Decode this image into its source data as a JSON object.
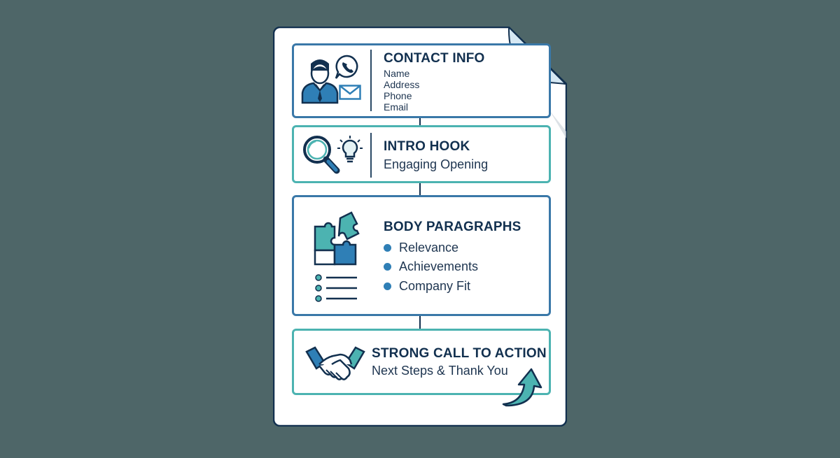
{
  "sections": [
    {
      "title": "CONTACT INFO",
      "lines": [
        "Name",
        "Address",
        "Phone",
        "Email"
      ],
      "icons": [
        "person-icon",
        "phone-chat-icon",
        "envelope-icon"
      ]
    },
    {
      "title": "INTRO HOOK",
      "lines": [
        "Engaging Opening"
      ],
      "icons": [
        "magnifier-icon",
        "lightbulb-icon"
      ]
    },
    {
      "title": "BODY PARAGRAPHS",
      "bullets": [
        "Relevance",
        "Achievements",
        "Company Fit"
      ],
      "icons": [
        "puzzle-icon",
        "list-icon"
      ]
    },
    {
      "title": "STRONG CALL TO ACTION",
      "lines": [
        "Next Steps & Thank You"
      ],
      "icons": [
        "handshake-icon",
        "curved-arrow-icon"
      ]
    }
  ],
  "colors": {
    "background": "#4e6668",
    "navy": "#12304f",
    "blue": "#3a78a8",
    "teal": "#4cb3b1",
    "fold": "#d6e8f3"
  }
}
